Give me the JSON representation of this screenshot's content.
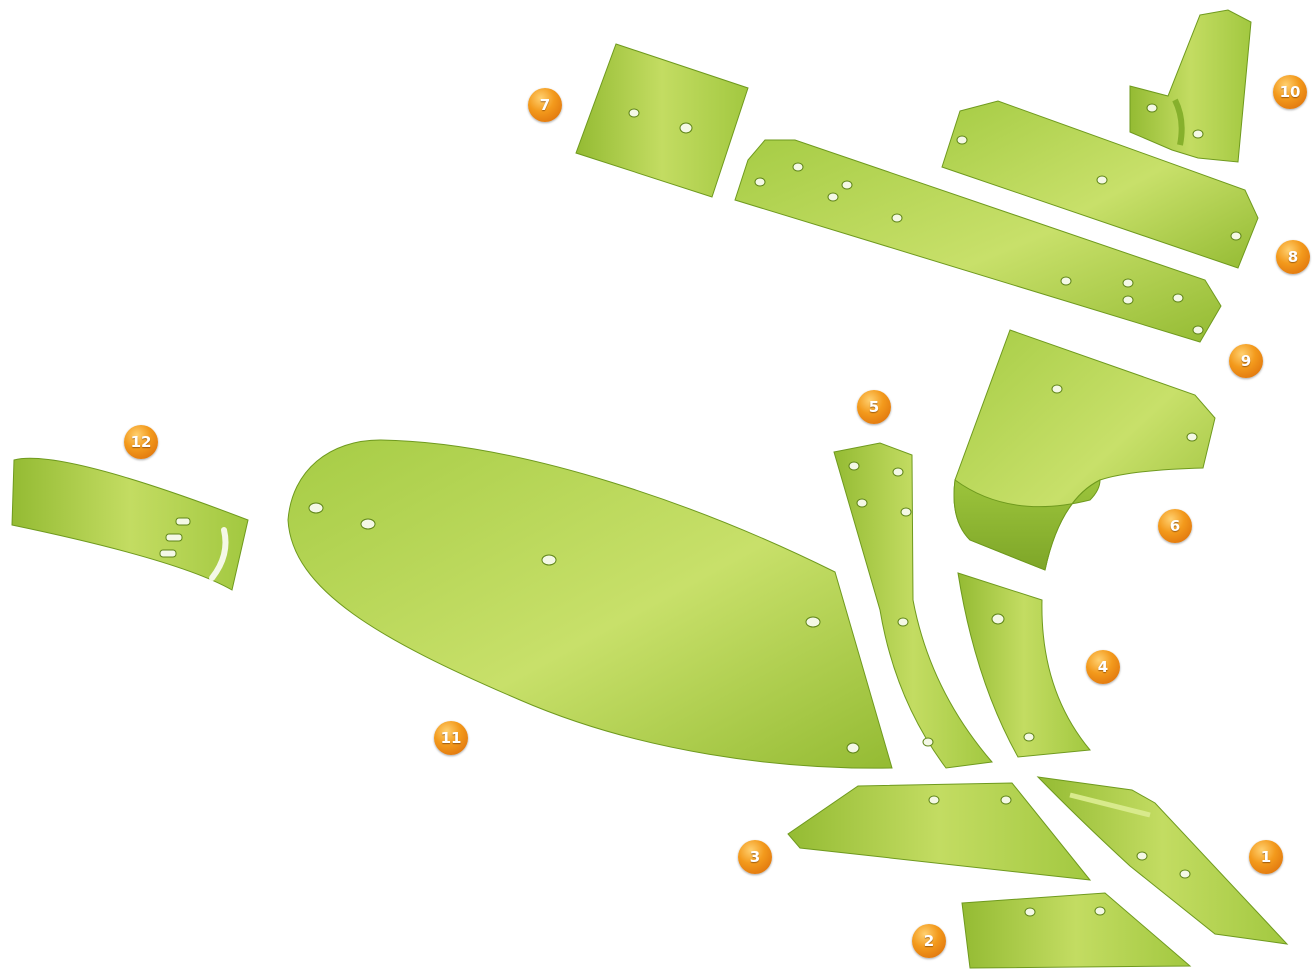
{
  "colors": {
    "part_light": "#c8e06a",
    "part_mid": "#a6cc45",
    "part_dark": "#86b02c",
    "badge": "#f08c1a",
    "background": "#ffffff"
  },
  "callouts": [
    {
      "id": "1",
      "label": "1"
    },
    {
      "id": "2",
      "label": "2"
    },
    {
      "id": "3",
      "label": "3"
    },
    {
      "id": "4",
      "label": "4"
    },
    {
      "id": "5",
      "label": "5"
    },
    {
      "id": "6",
      "label": "6"
    },
    {
      "id": "7",
      "label": "7"
    },
    {
      "id": "8",
      "label": "8"
    },
    {
      "id": "9",
      "label": "9"
    },
    {
      "id": "10",
      "label": "10"
    },
    {
      "id": "11",
      "label": "11"
    },
    {
      "id": "12",
      "label": "12"
    }
  ]
}
